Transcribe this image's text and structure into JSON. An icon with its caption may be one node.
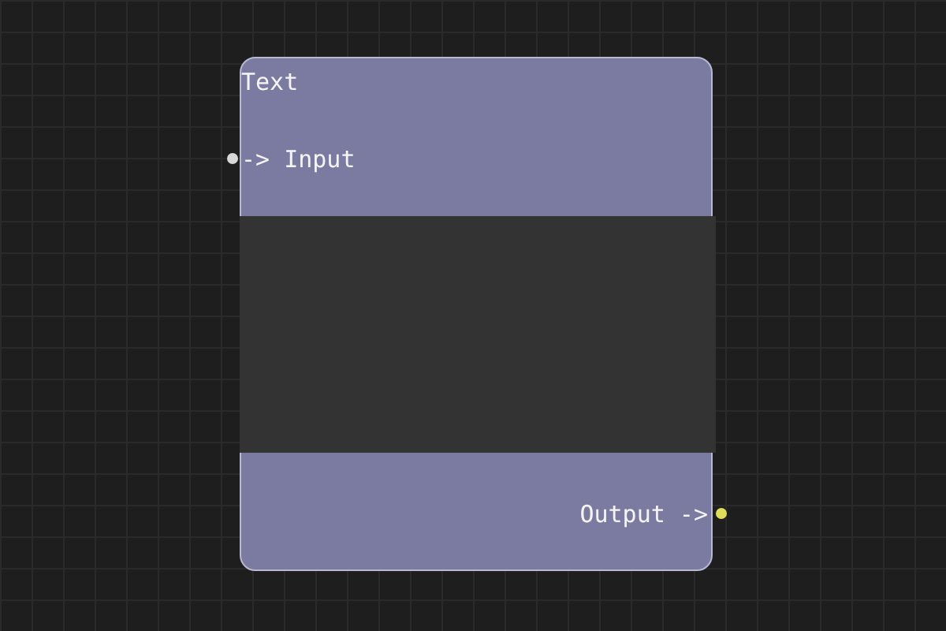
{
  "diagram": {
    "nodes": [
      {
        "text": [
          "Text"
        ]
      },
      {
        "text": [
          "-> Input"
        ],
        "in": 0
      },
      {
        "text": [],
        "shape": "box",
        "in": 0
      },
      {
        "text": [
          "Output ->"
        ],
        "in": 0
      }
    ]
  }
}
